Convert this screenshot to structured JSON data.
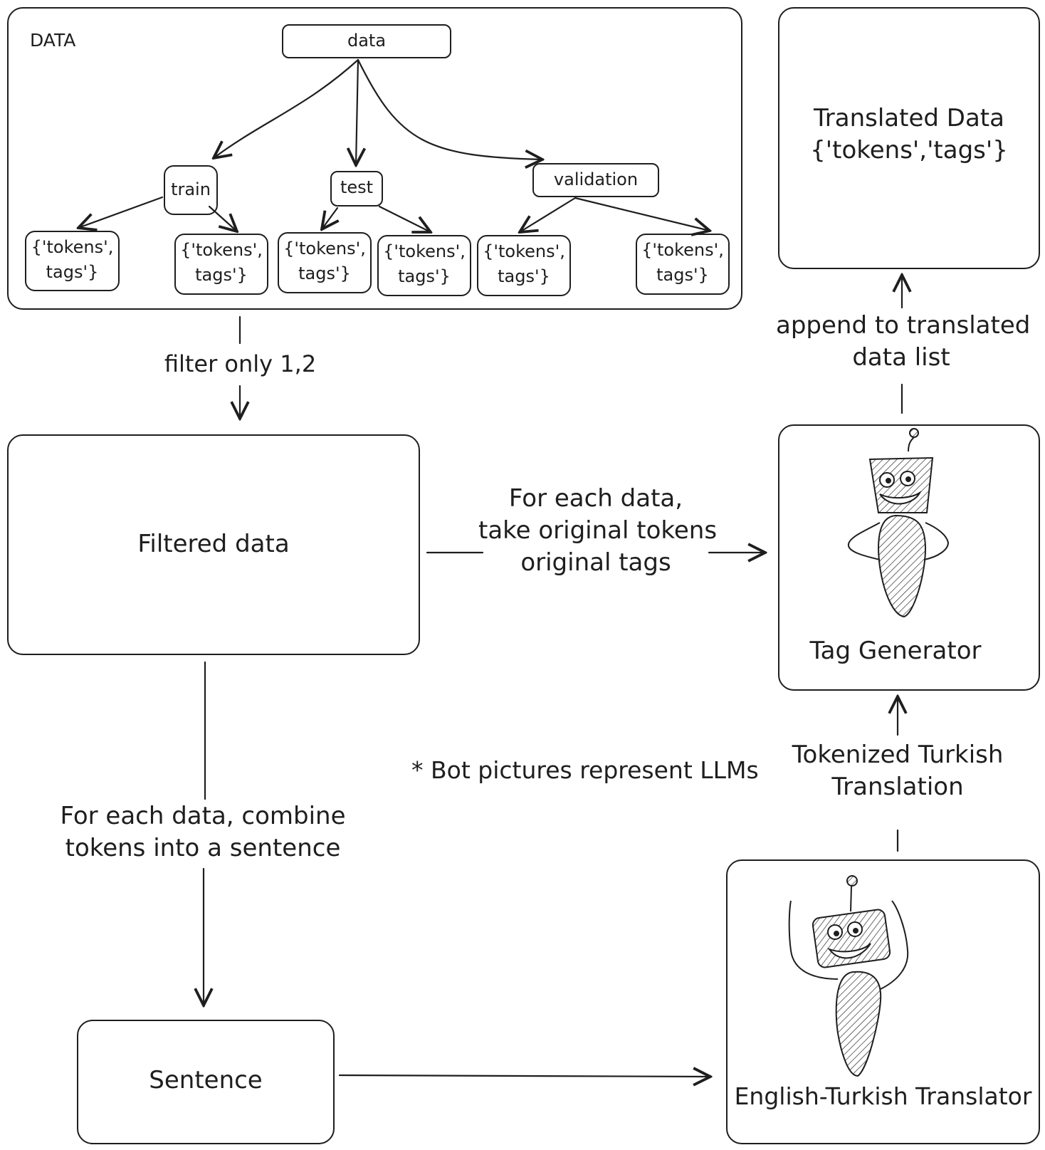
{
  "data_panel": {
    "title": "DATA",
    "root": "data",
    "splits": [
      "train",
      "test",
      "validation"
    ],
    "leaf_line1": "{'tokens',",
    "leaf_line2": "tags'}"
  },
  "edges": {
    "filter": "filter only 1,2",
    "for_each_line1": "For each data,",
    "for_each_line2": "take original tokens",
    "for_each_line3": "original tags",
    "combine_line1": "For each data, combine",
    "combine_line2": "tokens into a sentence",
    "append_line1": "append to translated",
    "append_line2": "data list",
    "tokenized_line1": "Tokenized Turkish",
    "tokenized_line2": "Translation"
  },
  "nodes": {
    "filtered": "Filtered data",
    "sentence": "Sentence",
    "translated_line1": "Translated Data",
    "translated_line2": "{'tokens','tags'}",
    "tag_generator": "Tag Generator",
    "translator": "English-Turkish Translator"
  },
  "note": "* Bot pictures represent LLMs",
  "icons": [
    "tag-generator-bot-icon",
    "translator-bot-icon"
  ]
}
